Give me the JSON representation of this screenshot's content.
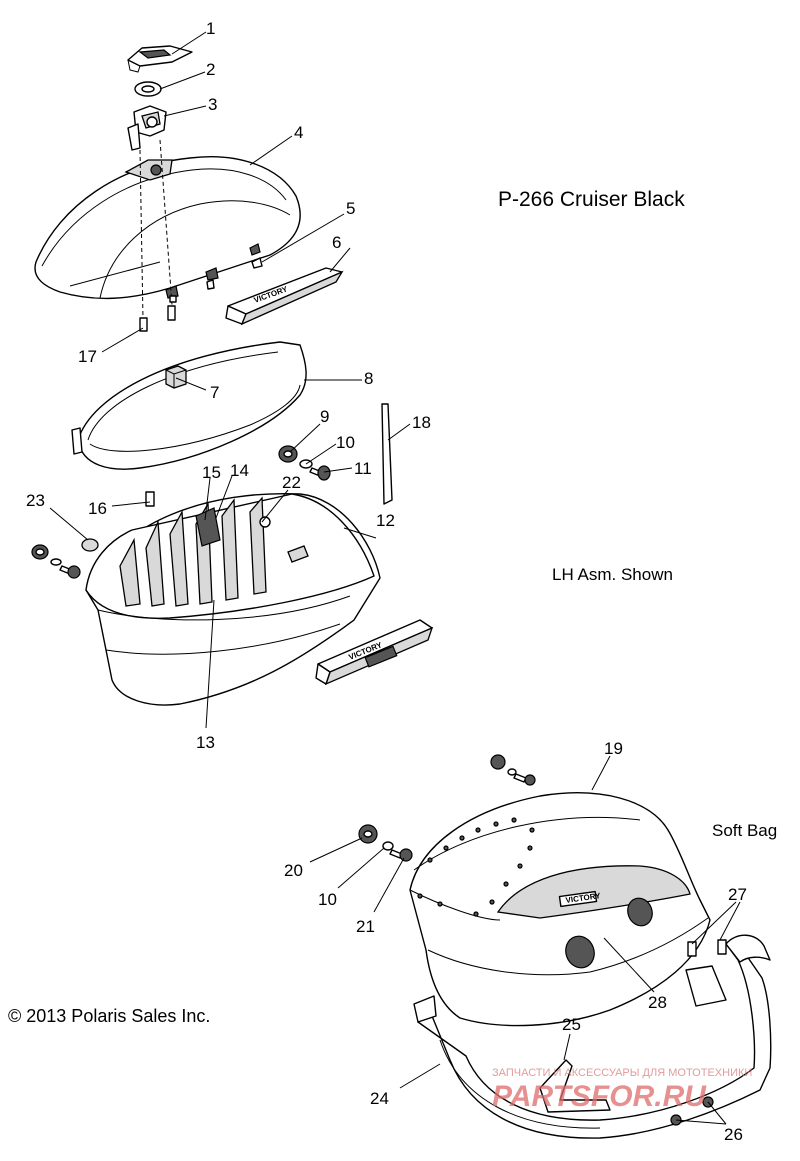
{
  "title": "P-266  Cruiser Black",
  "note": "LH Asm. Shown",
  "soft_bag_label": "Soft Bag",
  "copyright": "© 2013 Polaris Sales Inc.",
  "watermark": {
    "subtitle": "ЗАПЧАСТИ И АКСЕССУАРЫ ДЛЯ МОТОТЕХНИКИ",
    "logo": "PARTSFOR.RU",
    "color": "#e06b6b"
  },
  "badge_text": "VICTORY",
  "callouts": {
    "c1": "1",
    "c2": "2",
    "c3": "3",
    "c4": "4",
    "c5": "5",
    "c6": "6",
    "c7": "7",
    "c8": "8",
    "c9": "9",
    "c10": "10",
    "c11": "11",
    "c12": "12",
    "c13": "13",
    "c14": "14",
    "c15": "15",
    "c16": "16",
    "c17": "17",
    "c18": "18",
    "c19": "19",
    "c20": "20",
    "c10b": "10",
    "c21": "21",
    "c22": "22",
    "c23": "23",
    "c24": "24",
    "c25": "25",
    "c26": "26",
    "c27": "27",
    "c28": "28"
  }
}
